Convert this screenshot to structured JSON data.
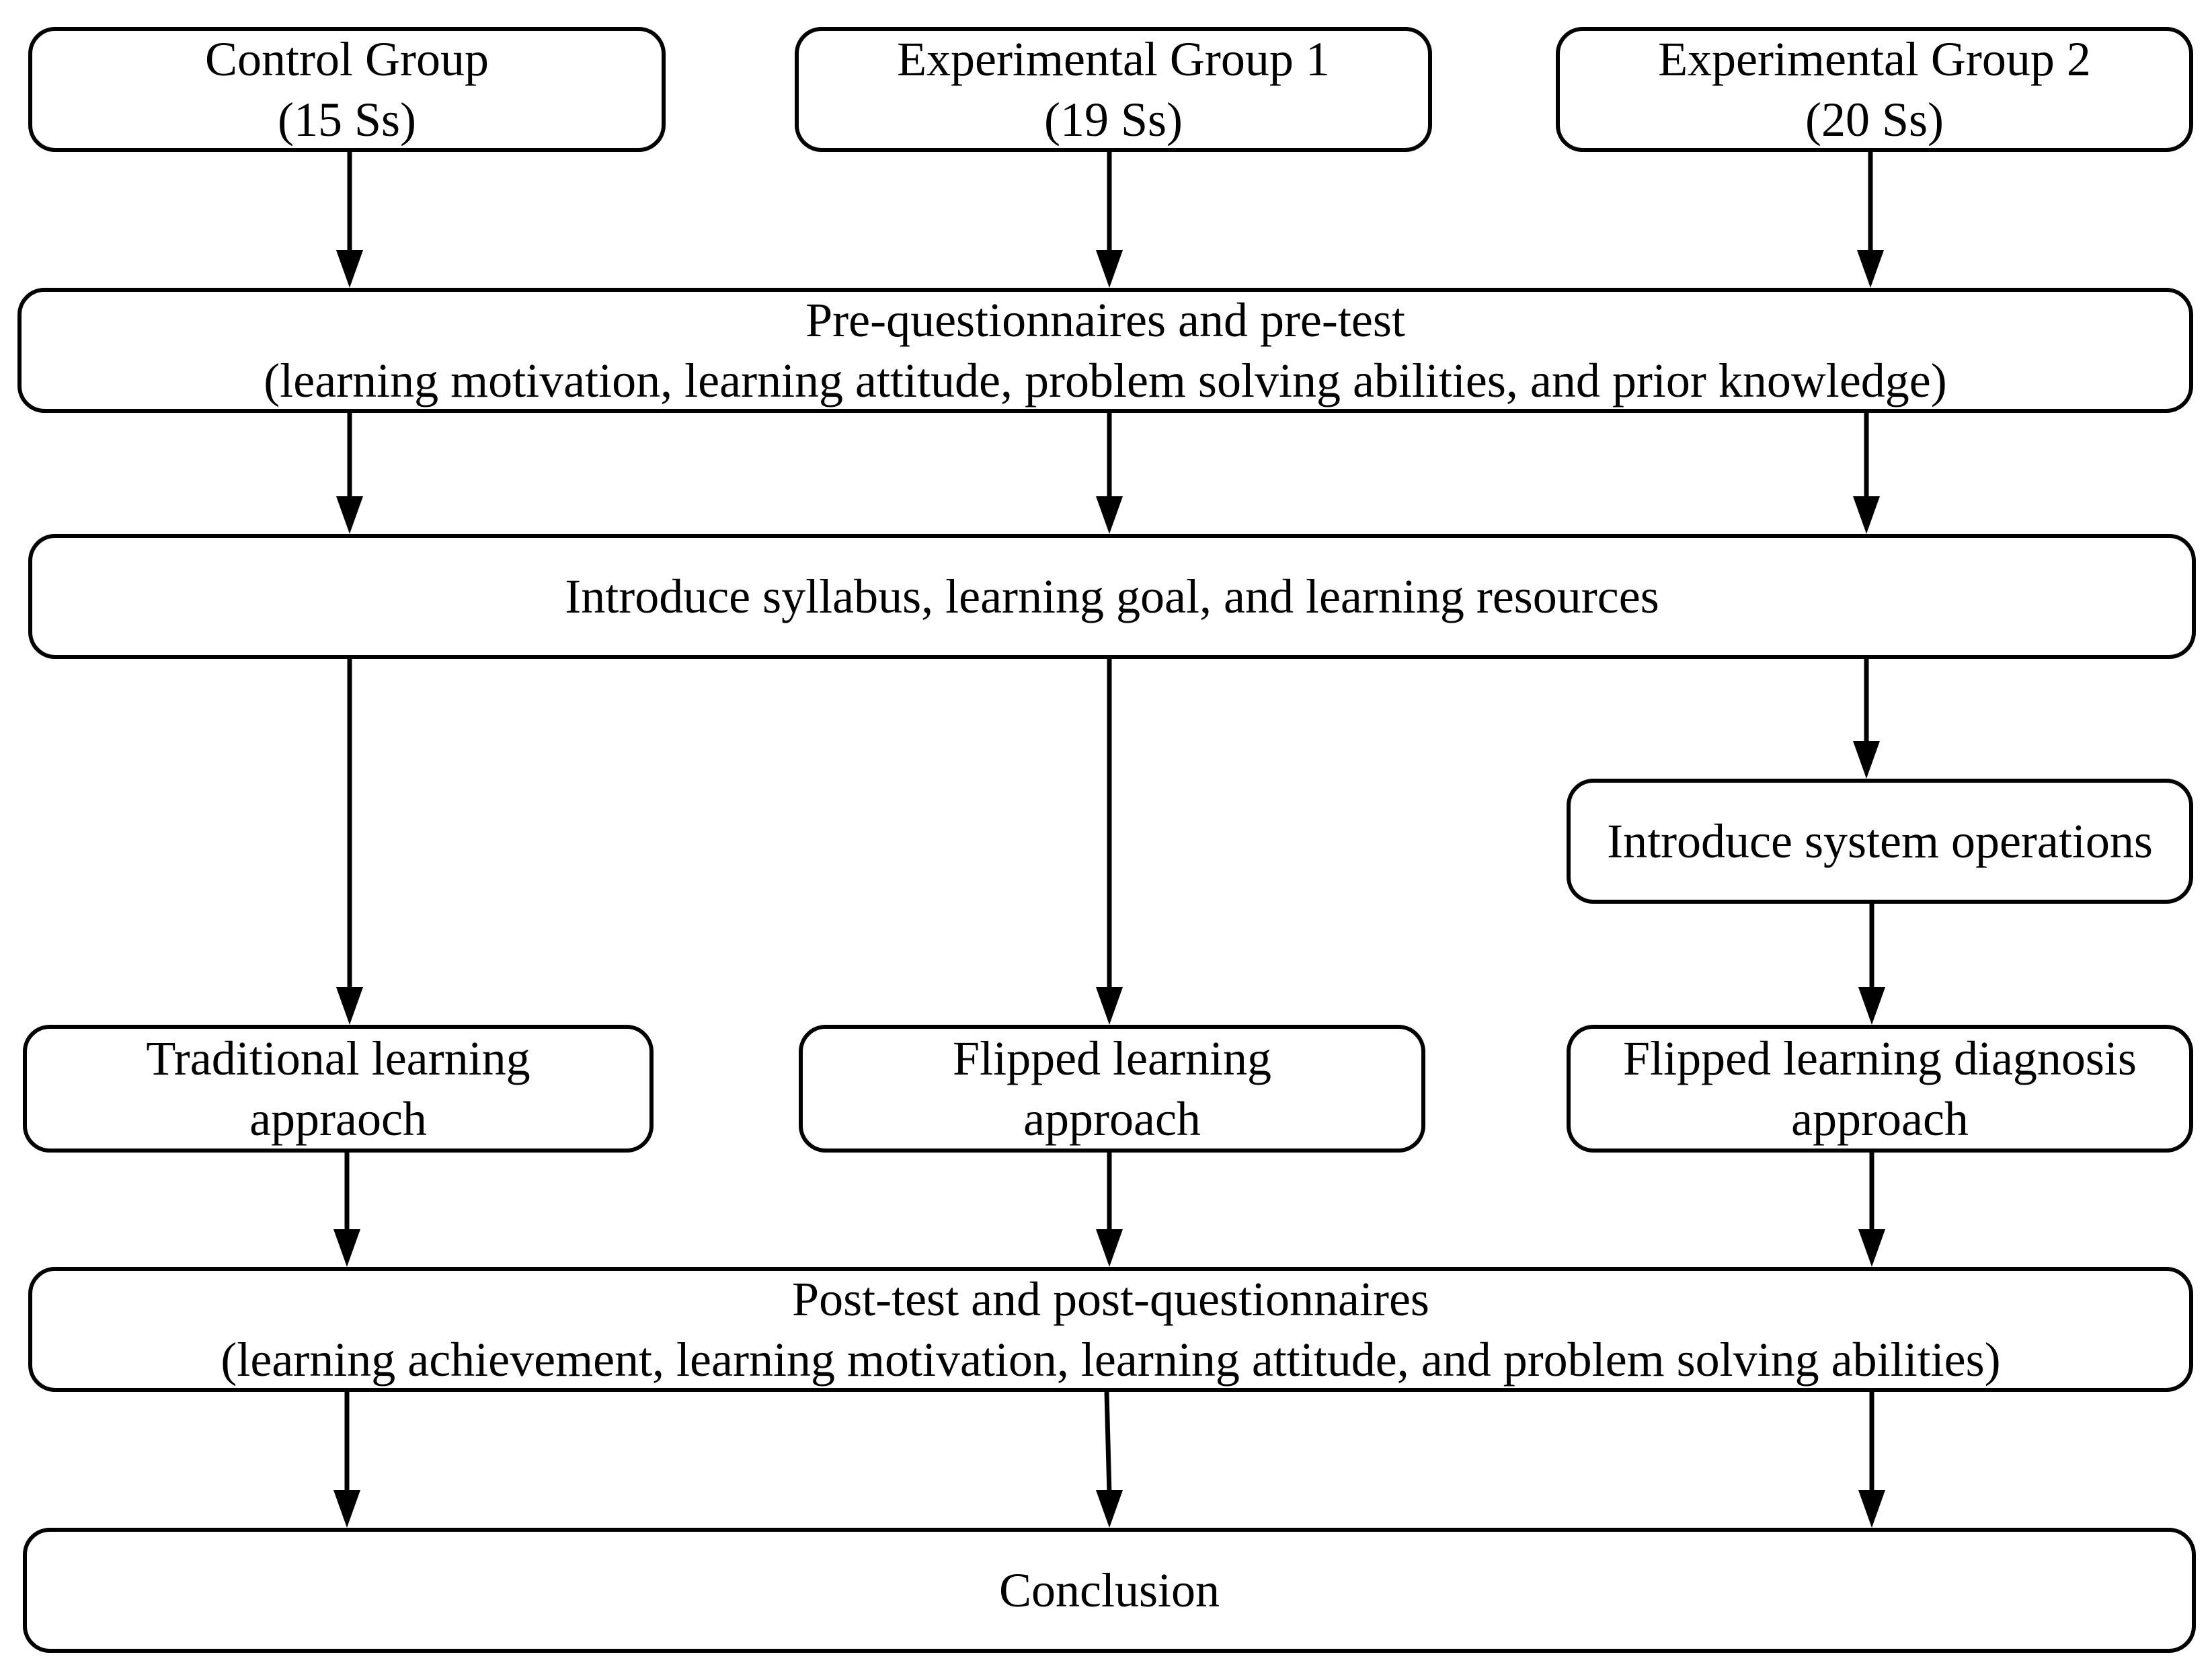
{
  "flowchart": {
    "groups": {
      "control": {
        "title": "Control Group",
        "count": "(15 Ss)"
      },
      "exp1": {
        "title": "Experimental Group 1",
        "count": "(19 Ss)"
      },
      "exp2": {
        "title": "Experimental Group 2",
        "count": "(20 Ss)"
      }
    },
    "pre": {
      "title": "Pre-questionnaires and pre-test",
      "detail": "(learning motivation, learning attitude, problem solving abilities, and prior knowledge)"
    },
    "intro": {
      "title": "Introduce syllabus, learning goal, and learning resources"
    },
    "system_ops": {
      "title": "Introduce system operations"
    },
    "approaches": {
      "traditional": {
        "line1": "Traditional learning",
        "line2": "appraoch"
      },
      "flipped": {
        "line1": "Flipped learning",
        "line2": "approach"
      },
      "diagnosis": {
        "line1": "Flipped learning diagnosis",
        "line2": "approach"
      }
    },
    "post": {
      "title": "Post-test and post-questionnaires",
      "detail": "(learning achievement, learning motivation, learning attitude, and problem solving abilities)"
    },
    "conclusion": {
      "title": "Conclusion"
    },
    "colors": {
      "stroke": "#000000",
      "background": "#ffffff"
    }
  }
}
